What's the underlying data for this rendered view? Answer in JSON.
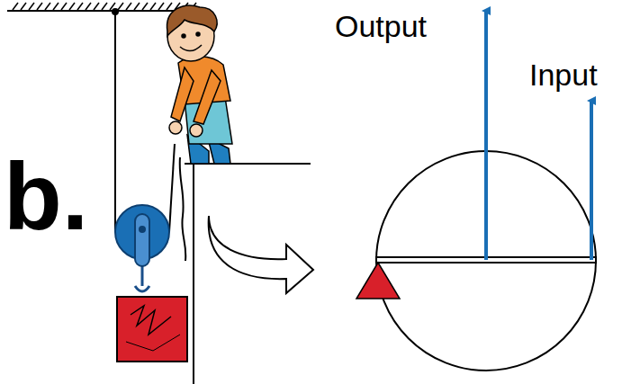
{
  "diagram": {
    "labels": [
      "b.",
      "Output",
      "Input"
    ]
  }
}
